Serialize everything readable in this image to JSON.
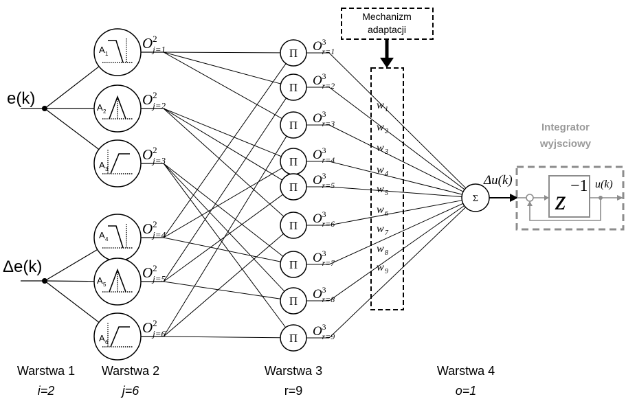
{
  "inputs": [
    {
      "label": "e(k)"
    },
    {
      "label": "Δe(k)"
    }
  ],
  "mf_nodes": [
    {
      "label": "A1",
      "base": "A",
      "sub": "1",
      "shape": "z",
      "out_base": "O",
      "out_sup": "2",
      "out_sub": "j=1"
    },
    {
      "label": "A2",
      "base": "A",
      "sub": "2",
      "shape": "tri",
      "out_base": "O",
      "out_sup": "2",
      "out_sub": "j=2"
    },
    {
      "label": "A3",
      "base": "A",
      "sub": "3",
      "shape": "s",
      "out_base": "O",
      "out_sup": "2",
      "out_sub": "j=3"
    },
    {
      "label": "A4",
      "base": "A",
      "sub": "4",
      "shape": "z",
      "out_base": "O",
      "out_sup": "2",
      "out_sub": "j=4"
    },
    {
      "label": "A5",
      "base": "A",
      "sub": "5",
      "shape": "tri",
      "out_base": "O",
      "out_sup": "2",
      "out_sub": "j=5"
    },
    {
      "label": "A6",
      "base": "A",
      "sub": "6",
      "shape": "s",
      "out_base": "O",
      "out_sup": "2",
      "out_sub": "j=6"
    }
  ],
  "rule_nodes": [
    {
      "symbol": "Π",
      "out_base": "O",
      "out_sup": "3",
      "out_sub": "r=1"
    },
    {
      "symbol": "Π",
      "out_base": "O",
      "out_sup": "3",
      "out_sub": "r=2"
    },
    {
      "symbol": "Π",
      "out_base": "O",
      "out_sup": "3",
      "out_sub": "r=3"
    },
    {
      "symbol": "Π",
      "out_base": "O",
      "out_sup": "3",
      "out_sub": "r=4"
    },
    {
      "symbol": "Π",
      "out_base": "O",
      "out_sup": "3",
      "out_sub": "r=5"
    },
    {
      "symbol": "Π",
      "out_base": "O",
      "out_sup": "3",
      "out_sub": "r=6"
    },
    {
      "symbol": "Π",
      "out_base": "O",
      "out_sup": "3",
      "out_sub": "r=7"
    },
    {
      "symbol": "Π",
      "out_base": "O",
      "out_sup": "3",
      "out_sub": "r=8"
    },
    {
      "symbol": "Π",
      "out_base": "O",
      "out_sup": "3",
      "out_sub": "r=9"
    }
  ],
  "weights": [
    {
      "base": "w",
      "sub": "1"
    },
    {
      "base": "w",
      "sub": "2"
    },
    {
      "base": "w",
      "sub": "3"
    },
    {
      "base": "w",
      "sub": "4"
    },
    {
      "base": "w",
      "sub": "5"
    },
    {
      "base": "w",
      "sub": "6"
    },
    {
      "base": "w",
      "sub": "7"
    },
    {
      "base": "w",
      "sub": "8"
    },
    {
      "base": "w",
      "sub": "9"
    }
  ],
  "sum_node": {
    "symbol": "Σ"
  },
  "adaptation": {
    "line1": "Mechanizm",
    "line2": "adaptacji"
  },
  "integrator": {
    "title_line1": "Integrator",
    "title_line2": "wyjsciowy",
    "input_label": "Δu(k)",
    "block_base": "z",
    "block_sup": "−1",
    "output_label": "u(k)"
  },
  "layer_labels": [
    {
      "name": "Warstwa 1",
      "param": "i=2"
    },
    {
      "name": "Warstwa 2",
      "param": "j=6"
    },
    {
      "name": "Warstwa 3",
      "param": "r=9"
    },
    {
      "name": "Warstwa 4",
      "param": "o=1"
    }
  ],
  "colors": {
    "line": "#000000",
    "integrator": "#8c8c8c"
  }
}
